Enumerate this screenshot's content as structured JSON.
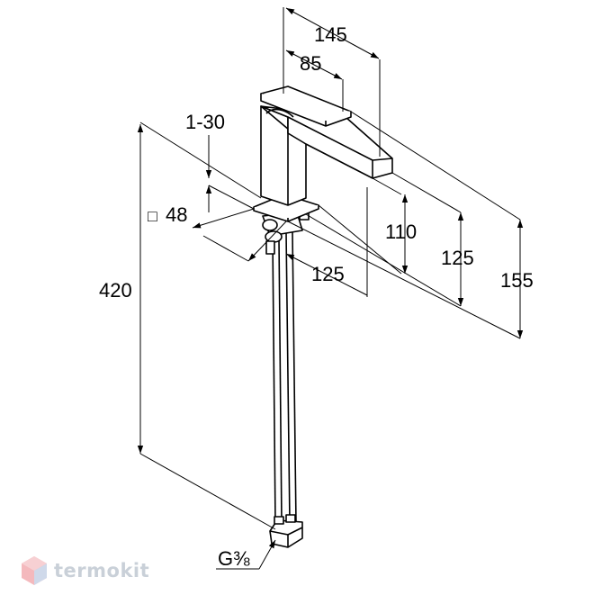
{
  "dimensions": {
    "width_total": "145",
    "width_spout": "85",
    "deck_thickness": "1-30",
    "base_square": "48",
    "base_square_symbol": "□",
    "base_depth": "125",
    "spout_height": "110",
    "spout_height_top": "125",
    "total_height": "155",
    "hose_length": "420",
    "thread": "G⅜"
  },
  "watermark": {
    "brand": "termokit",
    "icon": "hexagon-logo-icon"
  }
}
